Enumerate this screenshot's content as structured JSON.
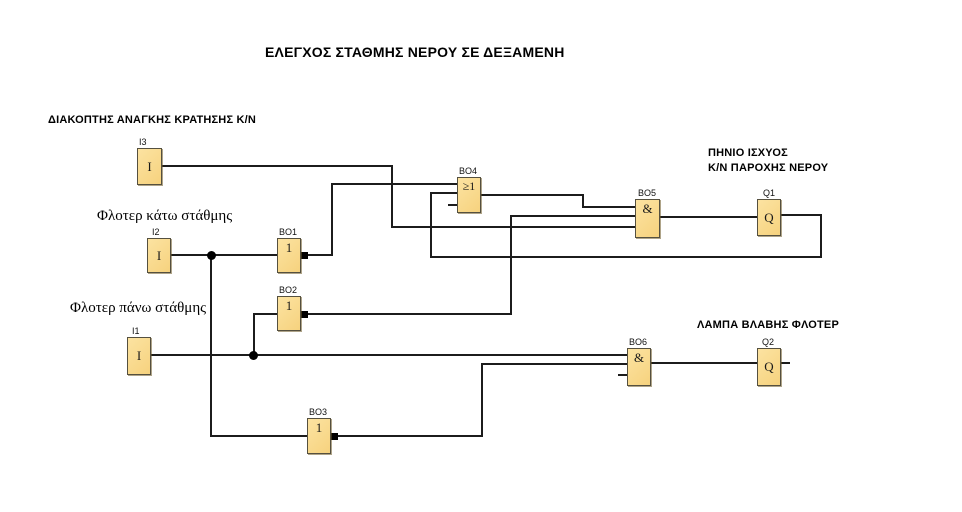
{
  "title": "ΕΛΕΓΧΟΣ ΣΤΑΘΜΗΣ ΝΕΡΟΥ ΣΕ ΔΕΞΑΜΕΝΗ",
  "annotations": {
    "emergency_switch": "ΔΙΑΚΟΠΤΗΣ ΑΝΑΓΚΗΣ ΚΡΑΤΗΣΗΣ Κ/Ν",
    "float_low": "Φλοτερ κάτω στάθμης",
    "float_high": "Φλοτερ πάνω στάθμης",
    "coil_line1": "ΠΗΝΙΟ ΙΣΧΥΟΣ",
    "coil_line2": "Κ/Ν ΠΑΡΟΧΗΣ ΝΕΡΟΥ",
    "lamp": "ΛΑΜΠΑ ΒΛΑΒΗΣ ΦΛΟΤΕΡ"
  },
  "blocks": {
    "i3": {
      "tag": "I3",
      "symbol": "I",
      "type": "input"
    },
    "i2": {
      "tag": "I2",
      "symbol": "I",
      "type": "input"
    },
    "i1": {
      "tag": "I1",
      "symbol": "I",
      "type": "input"
    },
    "b01": {
      "tag": "BO1",
      "symbol": "1",
      "type": "not",
      "inverted_output": true
    },
    "b02": {
      "tag": "BO2",
      "symbol": "1",
      "type": "not",
      "inverted_output": true
    },
    "b03": {
      "tag": "BO3",
      "symbol": "1",
      "type": "not",
      "inverted_output": true
    },
    "b04": {
      "tag": "BO4",
      "symbol": "≥1",
      "type": "or"
    },
    "b05": {
      "tag": "BO5",
      "symbol": "&",
      "type": "and"
    },
    "b06": {
      "tag": "BO6",
      "symbol": "&",
      "type": "and"
    },
    "q1": {
      "tag": "Q1",
      "symbol": "Q",
      "type": "output"
    },
    "q2": {
      "tag": "Q2",
      "symbol": "Q",
      "type": "output"
    }
  },
  "connections": [
    "I3 → BO5",
    "I2 → BO1",
    "I2 → BO3",
    "I1 → BO2",
    "I1 → BO6",
    "BO1 → BO4",
    "BO2 → BO5",
    "BO3 → BO6",
    "BO4 → BO5",
    "BO5 → Q1",
    "Q1 → BO4 (feedback)",
    "BO6 → Q2"
  ],
  "colors": {
    "background": "#ffffff",
    "block_fill": "#f8d88c",
    "block_border": "#55503f",
    "wire": "#1c1c1c",
    "text": "#000000"
  }
}
